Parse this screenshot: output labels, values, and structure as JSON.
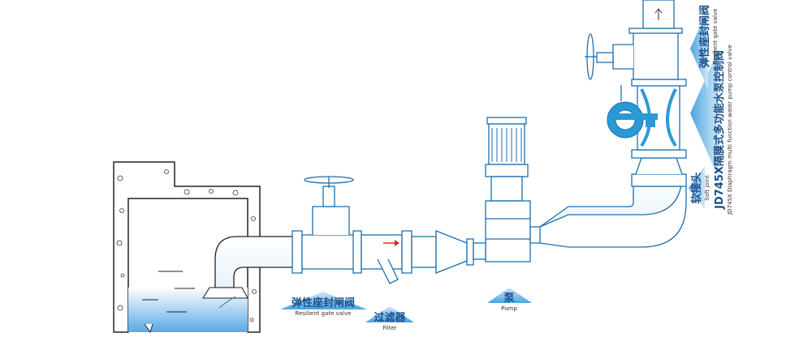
{
  "labels": {
    "gate_valve_1": {
      "cn": "弹性座封闸阀",
      "en": "Resilient  gate valve"
    },
    "filter": {
      "cn": "过滤器",
      "en": "Filter"
    },
    "pump": {
      "cn": "泵",
      "en": "Pump"
    },
    "soft_joint": {
      "cn": "软接头",
      "en": "Soft joint"
    },
    "control_valve": {
      "cn": "JD745X隔膜式多功能水泵控制阀",
      "en": "JD745X Diaphragm multi function water pump control valve"
    },
    "gate_valve_2": {
      "cn": "弹性座封闸阀",
      "en": "Resilient  gate valve"
    }
  },
  "colors": {
    "line": "#1d6fb0",
    "water": "#5aa9e6",
    "label_bg": "#6fb8e8",
    "arrow": "#d0302a"
  }
}
